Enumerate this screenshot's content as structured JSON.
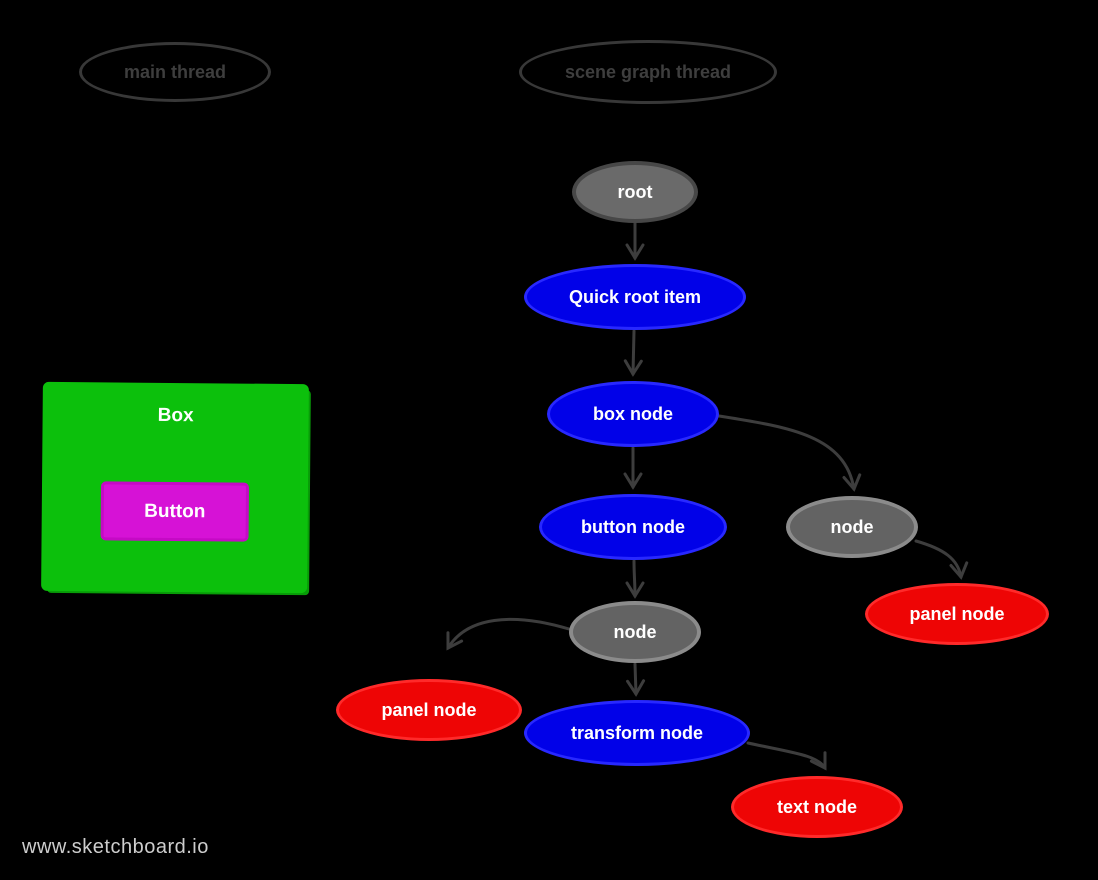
{
  "canvas": {
    "background": "#000000",
    "edge_color": "#3d3d3d"
  },
  "watermark": {
    "text": "www.sketchboard.io",
    "color": "#cdcdcd"
  },
  "threads": [
    {
      "id": "main-thread",
      "label": "main thread"
    },
    {
      "id": "scene-graph-thread",
      "label": "scene graph thread"
    }
  ],
  "ui_mock": {
    "box_label": "Box",
    "button_label": "Button",
    "box_color": "#0cc00c",
    "button_color": "#d612d6"
  },
  "graph": {
    "nodes": [
      {
        "id": "root",
        "label": "root",
        "color": "gray",
        "fill": "#6a6a6a"
      },
      {
        "id": "quick-root-item",
        "label": "Quick root item",
        "color": "blue",
        "fill": "#0101e8"
      },
      {
        "id": "box-node",
        "label": "box node",
        "color": "blue",
        "fill": "#0101e8"
      },
      {
        "id": "button-node",
        "label": "button node",
        "color": "blue",
        "fill": "#0101e8"
      },
      {
        "id": "node-right",
        "label": "node",
        "color": "gray",
        "fill": "#636363"
      },
      {
        "id": "panel-node-right",
        "label": "panel node",
        "color": "red",
        "fill": "#ee0505"
      },
      {
        "id": "node-left",
        "label": "node",
        "color": "gray",
        "fill": "#636363"
      },
      {
        "id": "panel-node-left",
        "label": "panel node",
        "color": "red",
        "fill": "#ee0505"
      },
      {
        "id": "transform-node",
        "label": "transform node",
        "color": "blue",
        "fill": "#0101e8"
      },
      {
        "id": "text-node",
        "label": "text node",
        "color": "red",
        "fill": "#ee0505"
      }
    ],
    "edges": [
      {
        "from": "root",
        "to": "quick-root-item"
      },
      {
        "from": "quick-root-item",
        "to": "box-node"
      },
      {
        "from": "box-node",
        "to": "button-node"
      },
      {
        "from": "box-node",
        "to": "node-right"
      },
      {
        "from": "node-right",
        "to": "panel-node-right"
      },
      {
        "from": "button-node",
        "to": "node-left"
      },
      {
        "from": "node-left",
        "to": "panel-node-left"
      },
      {
        "from": "node-left",
        "to": "transform-node"
      },
      {
        "from": "transform-node",
        "to": "text-node"
      }
    ]
  }
}
